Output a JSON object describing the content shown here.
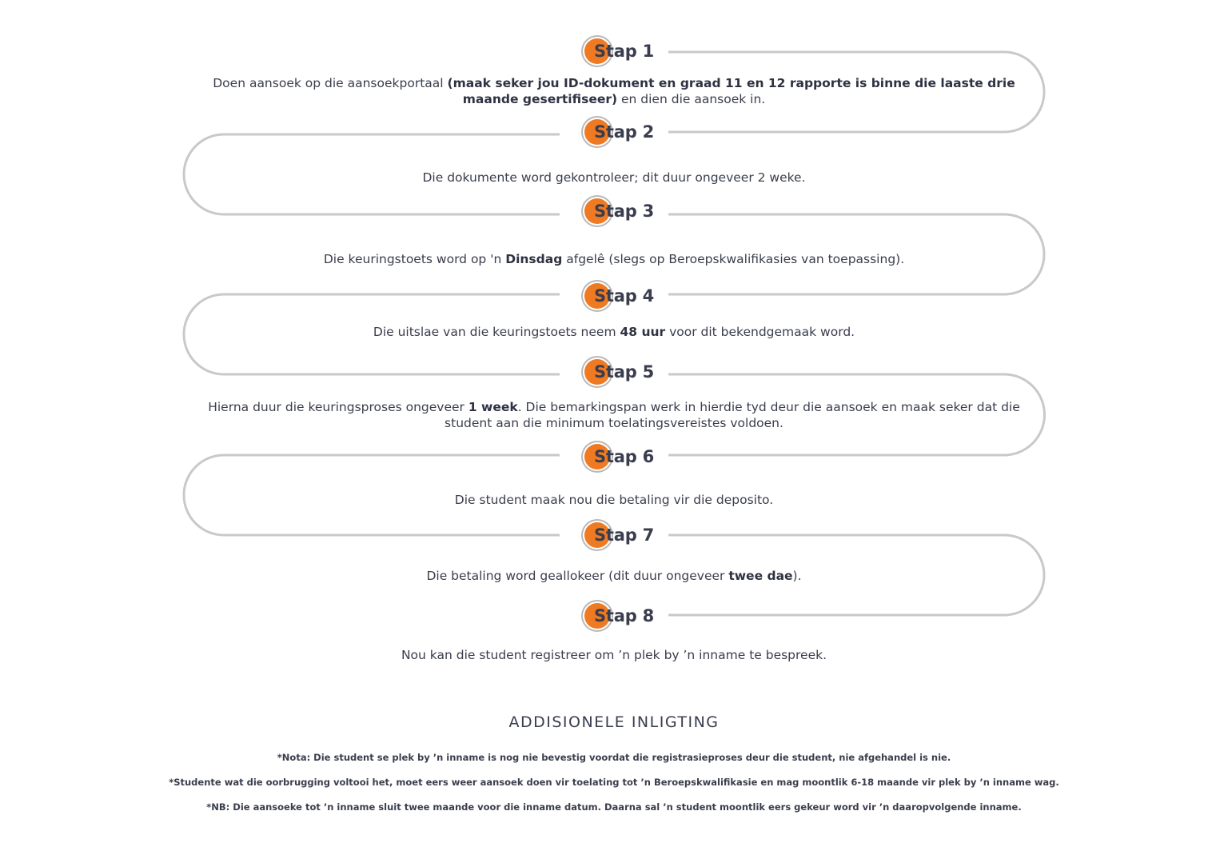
{
  "steps": [
    {
      "title": "Stap 1",
      "parts": [
        {
          "text": "Doen aansoek op die aansoekportaal ",
          "bold": false
        },
        {
          "text": "(maak seker jou ID-dokument en graad 11 en 12 rapporte is binne die laaste drie maande gesertifiseer)",
          "bold": true
        },
        {
          "text": " en dien die aansoek in.",
          "bold": false
        }
      ]
    },
    {
      "title": "Stap 2",
      "parts": [
        {
          "text": "Die dokumente word gekontroleer; dit duur ongeveer 2 weke.",
          "bold": false
        }
      ]
    },
    {
      "title": "Stap 3",
      "parts": [
        {
          "text": "Die keuringstoets word op 'n ",
          "bold": false
        },
        {
          "text": "Dinsdag",
          "bold": true
        },
        {
          "text": " afgelê (slegs op Beroepskwalifikasies van toepassing).",
          "bold": false
        }
      ]
    },
    {
      "title": "Stap 4",
      "parts": [
        {
          "text": "Die uitslae van die keuringstoets neem ",
          "bold": false
        },
        {
          "text": "48 uur",
          "bold": true
        },
        {
          "text": " voor dit bekendgemaak word.",
          "bold": false
        }
      ]
    },
    {
      "title": "Stap 5",
      "parts": [
        {
          "text": "Hierna duur die keuringsproses ongeveer ",
          "bold": false
        },
        {
          "text": "1 week",
          "bold": true
        },
        {
          "text": ". Die bemarkingspan werk in hierdie tyd deur die aansoek en maak seker dat die student aan die minimum toelatingsvereistes voldoen.",
          "bold": false
        }
      ]
    },
    {
      "title": "Stap 6",
      "parts": [
        {
          "text": "Die student maak nou die betaling vir die deposito.",
          "bold": false
        }
      ]
    },
    {
      "title": "Stap 7",
      "parts": [
        {
          "text": "Die betaling word geallokeer (dit duur ongeveer ",
          "bold": false
        },
        {
          "text": "twee dae",
          "bold": true
        },
        {
          "text": ").",
          "bold": false
        }
      ]
    },
    {
      "title": "Stap 8",
      "parts": [
        {
          "text": "Nou kan die student registreer om ’n plek by ’n inname te bespreek.",
          "bold": false
        }
      ]
    }
  ],
  "info": {
    "title": "ADDISIONELE INLIGTING",
    "notes": [
      "*Nota: Die student se plek by ’n inname is nog nie bevestig voordat die registrasieproses deur die student, nie afgehandel is nie.",
      "*Studente wat die oorbrugging voltooi het, moet eers weer aansoek doen vir toelating tot ’n Beroepskwalifikasie en mag moontlik 6-18 maande vir plek by ’n inname wag.",
      "*NB: Die aansoeke tot ’n inname sluit twee maande voor die inname datum. Daarna sal ’n student moontlik eers gekeur word vir ’n daaropvolgende inname."
    ]
  },
  "colors": {
    "accent": "#f07a22",
    "track": "#c9c9c9",
    "text": "#3a3d4d"
  }
}
